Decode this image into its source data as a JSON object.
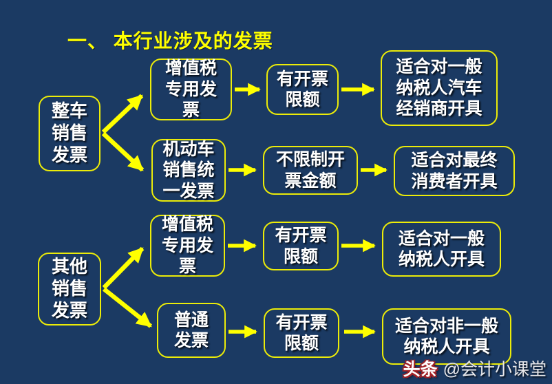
{
  "title": "一、 本行业涉及的发票",
  "colors": {
    "background": "#1b3a63",
    "box_border": "#ecec08",
    "arrow": "#ffff00",
    "title": "#ffff00",
    "box_text": "#ffffff",
    "watermark_brand_outline": "#a02025"
  },
  "flows": [
    {
      "root": {
        "label": "整车\n销售\n发票"
      },
      "branches": [
        {
          "invoice": "增值税\n专用发\n票",
          "limit": "有开票\n限额",
          "target": "适合对一般\n纳税人汽车\n经销商开具"
        },
        {
          "invoice": "机动车\n销售统\n一发票",
          "limit": "不限制开\n票金额",
          "target": "适合对最终\n消费者开具"
        }
      ]
    },
    {
      "root": {
        "label": "其他\n销售\n发票"
      },
      "branches": [
        {
          "invoice": "增值税\n专用发\n票",
          "limit": "有开票\n限额",
          "target": "适合对一般\n纳税人开具"
        },
        {
          "invoice": "普通\n发票",
          "limit": "有开票\n限额",
          "target": "适合对非一般\n纳税人开具"
        }
      ]
    }
  ],
  "watermark": {
    "brand": "头条",
    "handle": "@会计小课堂"
  }
}
